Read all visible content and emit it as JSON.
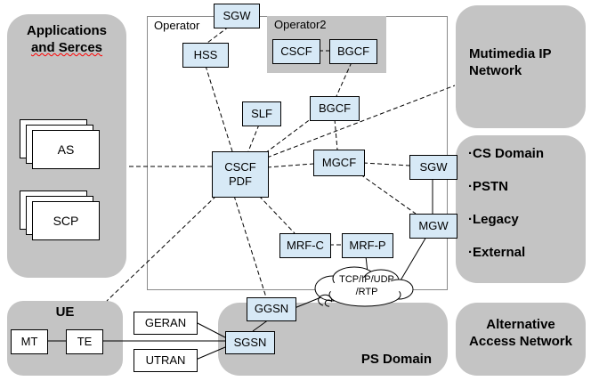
{
  "colors": {
    "panel_gray": "#c4c4c4",
    "node_blue": "#d7e9f6",
    "outline_black": "#000000",
    "frame_gray": "#8a8a8a",
    "spellcheck_red": "#ff0000"
  },
  "panels": {
    "applications": {
      "line1": "Applications",
      "line2": "and Serces"
    },
    "operator": {
      "label": "Operator"
    },
    "operator2": {
      "label": "Operator2"
    },
    "multimedia": {
      "line1": "Mutimedia IP",
      "line2": "Network"
    },
    "cs_domain": {
      "items": [
        "·CS Domain",
        "·PSTN",
        "·Legacy",
        "·External"
      ]
    },
    "alternative": {
      "line1": "Alternative",
      "line2": "Access Network"
    },
    "ue": {
      "title": "UE"
    },
    "ps_domain": {
      "title": "PS Domain"
    }
  },
  "nodes": {
    "sgw_top": "SGW",
    "hss": "HSS",
    "cscf_op2": "CSCF",
    "bgcf_op2": "BGCF",
    "slf": "SLF",
    "bgcf": "BGCF",
    "cscf": "CSCF",
    "pdf": "PDF",
    "mgcf": "MGCF",
    "mrf_c": "MRF-C",
    "mrf_p": "MRF-P",
    "sgw_right": "SGW",
    "mgw": "MGW",
    "as": "AS",
    "scp": "SCP",
    "mt": "MT",
    "te": "TE",
    "geran": "GERAN",
    "utran": "UTRAN",
    "ggsn": "GGSN",
    "sgsn": "SGSN"
  },
  "cloud": {
    "line1": "TCP/IP/UDP",
    "line2": "/RTP"
  }
}
